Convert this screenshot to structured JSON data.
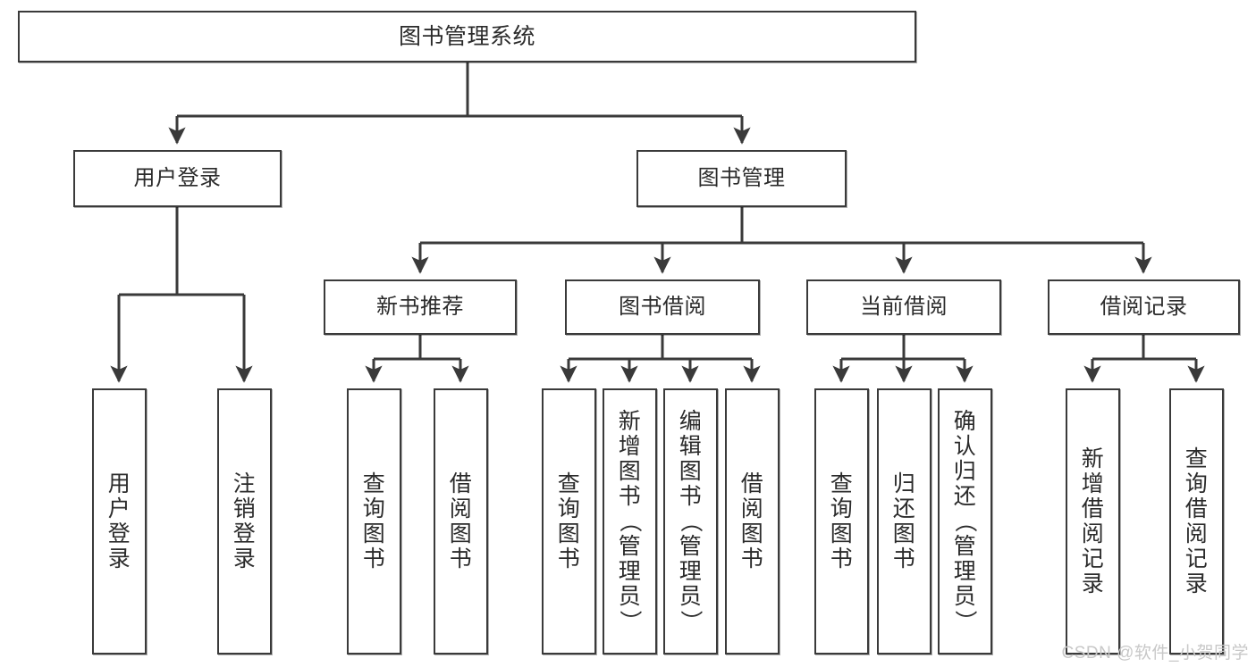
{
  "diagram": {
    "title": "图书管理系统",
    "type": "functional-structure-tree",
    "watermark": "CSDN @软件_小贺同学",
    "colors": {
      "box_border": "#3a3a3a",
      "box_fill": "#ffffff",
      "connector": "#3a3a3a",
      "text": "#2b2b2b",
      "watermark": "#c8c8c8",
      "background": "#ffffff"
    }
  },
  "nodes": {
    "root": {
      "label": "图书管理系统"
    },
    "level2": [
      {
        "id": "user-login",
        "label": "用户登录"
      },
      {
        "id": "book-manage",
        "label": "图书管理"
      }
    ],
    "level3": [
      {
        "id": "new-book-recommend",
        "label": "新书推荐"
      },
      {
        "id": "book-borrow",
        "label": "图书借阅"
      },
      {
        "id": "current-borrow",
        "label": "当前借阅"
      },
      {
        "id": "borrow-record",
        "label": "借阅记录"
      }
    ],
    "leaves": {
      "user-login": [
        {
          "id": "leaf-user-login",
          "label": "用户登录"
        },
        {
          "id": "leaf-logout",
          "label": "注销登录"
        }
      ],
      "new-book-recommend": [
        {
          "id": "leaf-query-book-1",
          "label": "查询图书"
        },
        {
          "id": "leaf-borrow-book-1",
          "label": "借阅图书"
        }
      ],
      "book-borrow": [
        {
          "id": "leaf-query-book-2",
          "label": "查询图书"
        },
        {
          "id": "leaf-add-book",
          "label": "新增图书（管理员）"
        },
        {
          "id": "leaf-edit-book",
          "label": "编辑图书（管理员）"
        },
        {
          "id": "leaf-borrow-book-2",
          "label": "借阅图书"
        }
      ],
      "current-borrow": [
        {
          "id": "leaf-query-book-3",
          "label": "查询图书"
        },
        {
          "id": "leaf-return-book",
          "label": "归还图书"
        },
        {
          "id": "leaf-confirm-return",
          "label": "确认归还（管理员）"
        }
      ],
      "borrow-record": [
        {
          "id": "leaf-add-record",
          "label": "新增借阅记录"
        },
        {
          "id": "leaf-query-record",
          "label": "查询借阅记录"
        }
      ]
    }
  }
}
